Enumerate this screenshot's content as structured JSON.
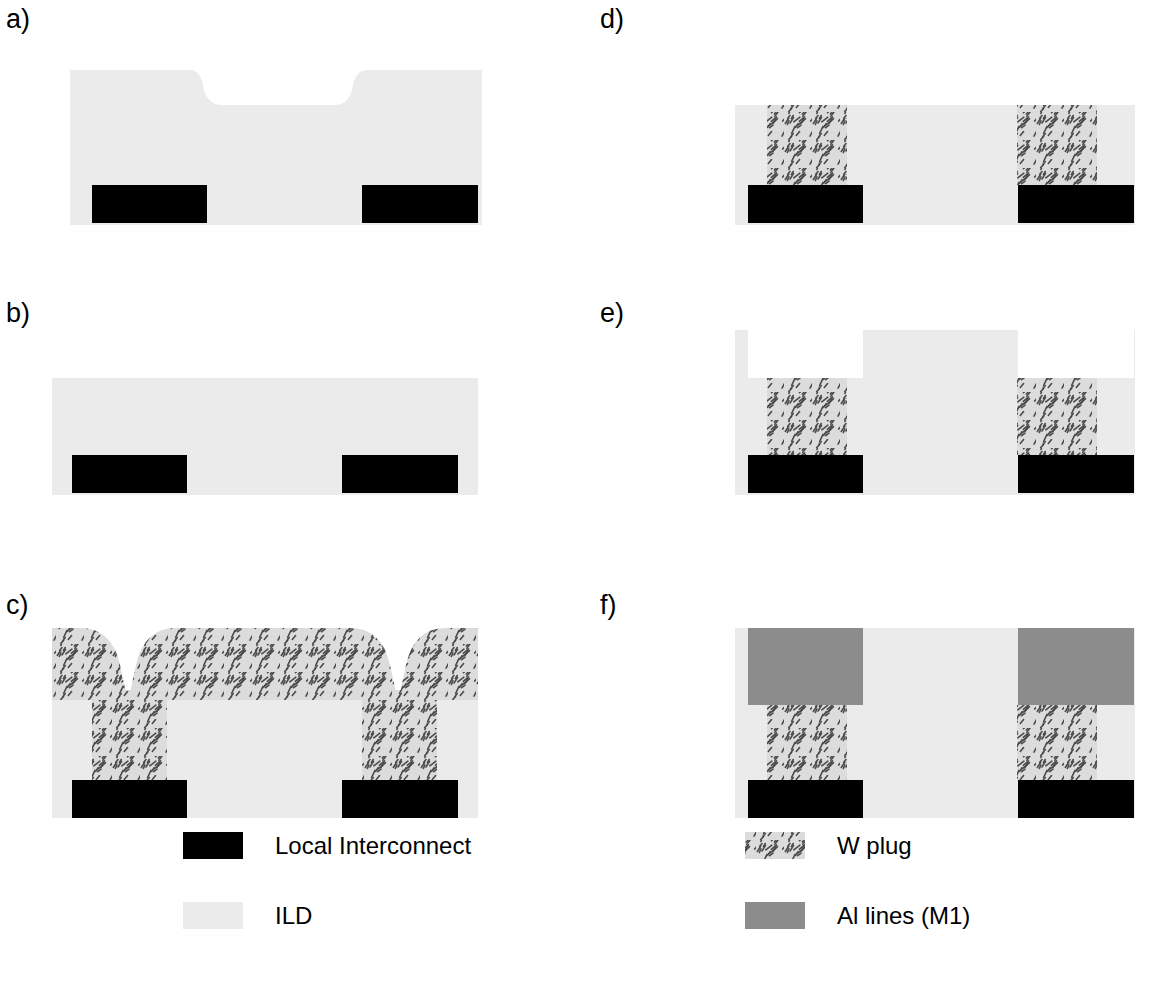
{
  "diagram": {
    "labels": [
      "a)",
      "b)",
      "c)",
      "d)",
      "e)",
      "f)"
    ],
    "legend": [
      {
        "text": "Local Interconnect",
        "color": "#000000"
      },
      {
        "text": "ILD",
        "color": "#ebebeb"
      },
      {
        "text": "W plug"
      },
      {
        "text": "Al lines (M1)",
        "color": "#8c8c8c"
      }
    ]
  }
}
